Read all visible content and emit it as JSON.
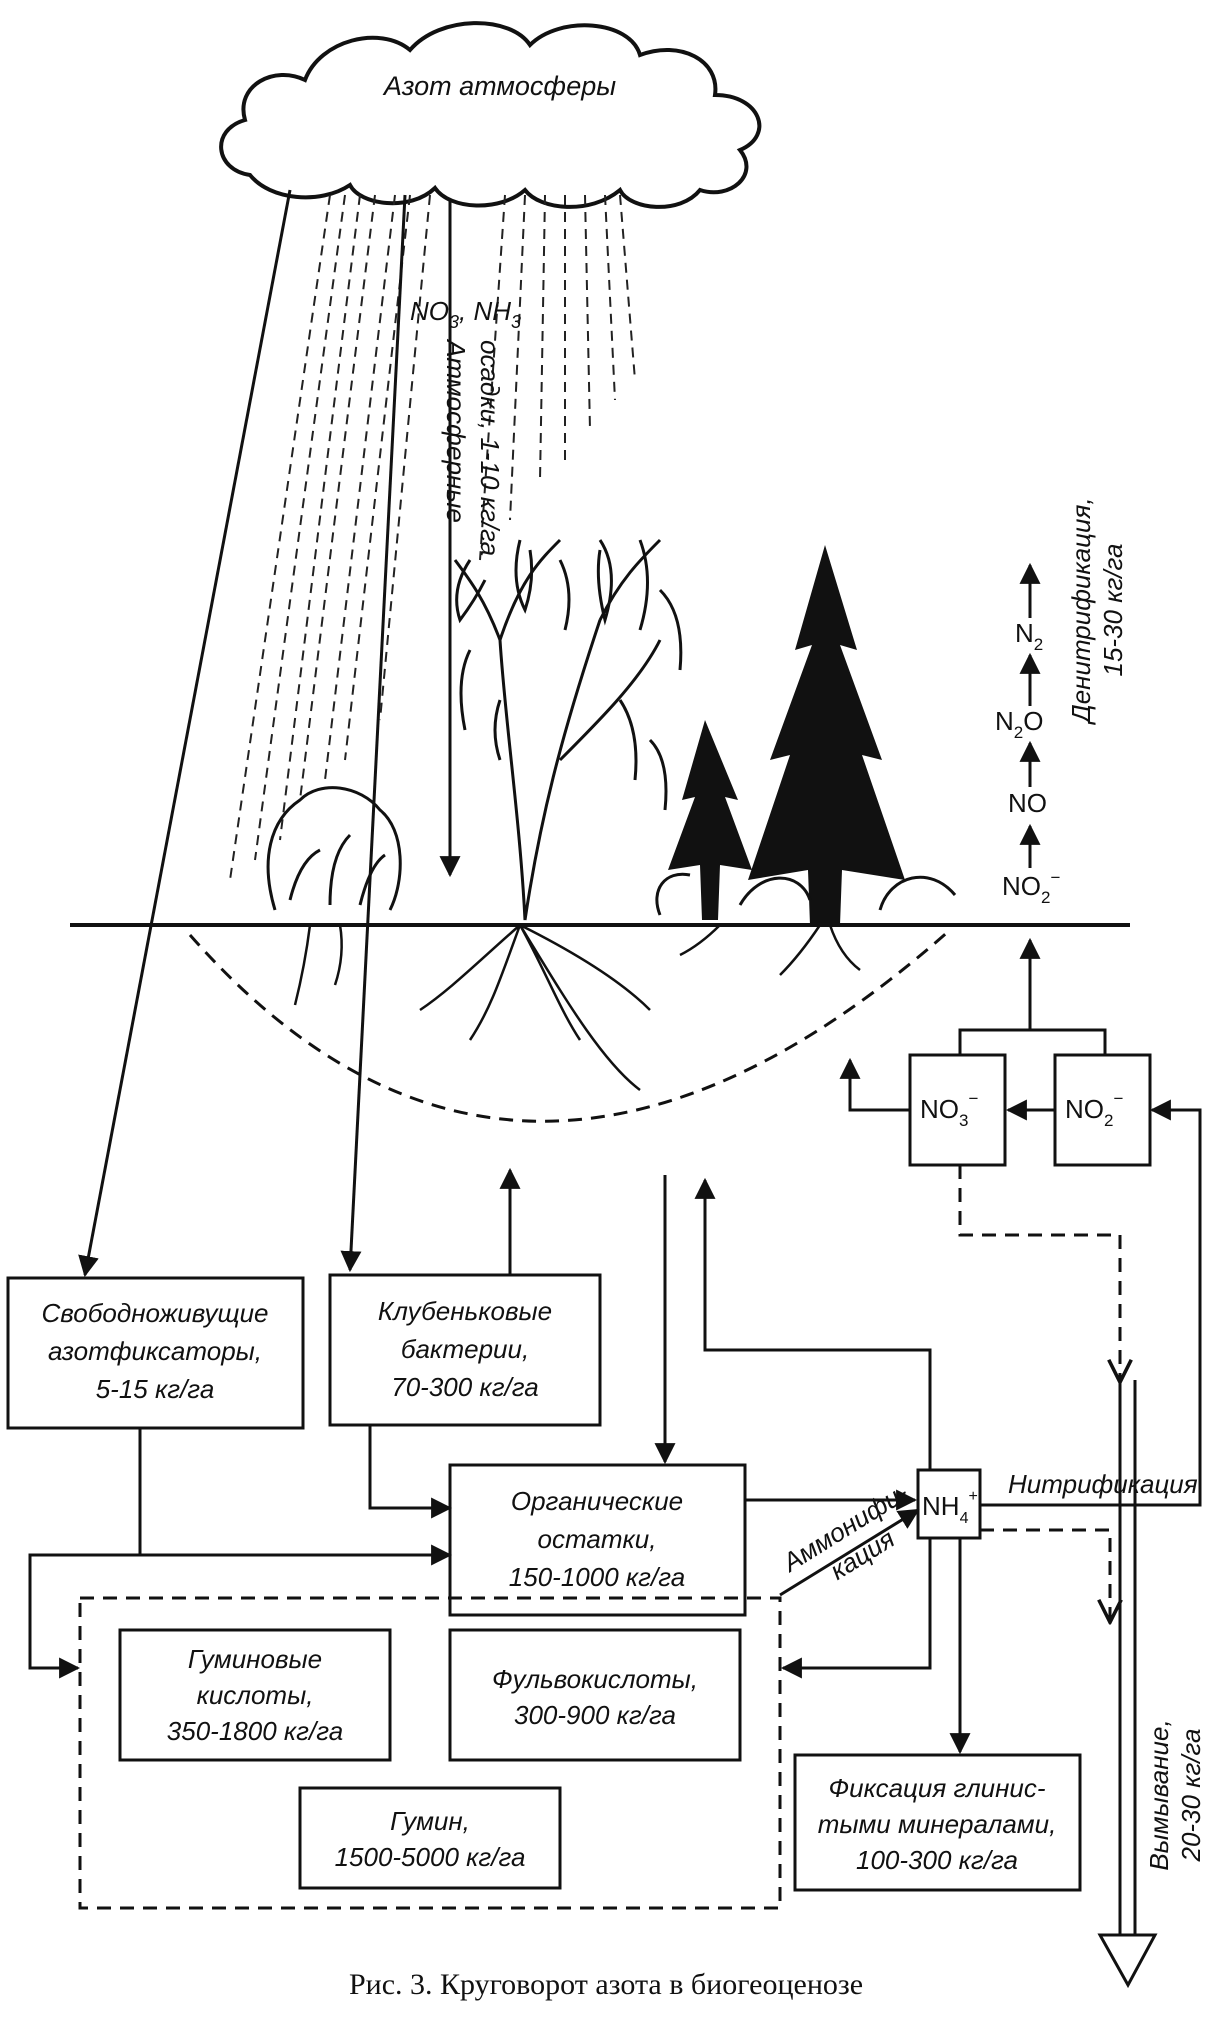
{
  "cloud_label": "Азот атмосферы",
  "precip": {
    "formula_a": "NO",
    "formula_a_sub": "3",
    "formula_sep": ", NH",
    "formula_b_sub": "3",
    "line1": "Атмосферные",
    "line2": "осадки, 1-10 кг/га"
  },
  "denitrification": {
    "line1": "Денитрификация,",
    "line2": "15-30 кг/га",
    "n2": "N",
    "n2_sub": "2",
    "n2o_a": "N",
    "n2o_sub": "2",
    "n2o_b": "O",
    "no": "NO",
    "no2": "NO",
    "no2_sub": "2",
    "no2_sup": "−"
  },
  "nitrate_box": {
    "text": "NO",
    "sub": "3",
    "sup": "−"
  },
  "nitrite_box": {
    "text": "NO",
    "sub": "2",
    "sup": "−"
  },
  "ammonium_box": {
    "text": "NH",
    "sub": "4",
    "sup": "+"
  },
  "free_fixers": {
    "line1": "Свободноживущие",
    "line2": "азотфиксаторы,",
    "line3": "5-15 кг/га"
  },
  "nodule_bacteria": {
    "line1": "Клубеньковые",
    "line2": "бактерии,",
    "line3": "70-300 кг/га"
  },
  "organic_residues": {
    "line1": "Органические",
    "line2": "остатки,",
    "line3": "150-1000 кг/га"
  },
  "nitrification_label": "Нитрификация",
  "ammonification": {
    "line1": "Аммонифи-",
    "line2": "кация"
  },
  "humic_acids": {
    "line1": "Гуминовые",
    "line2": "кислоты,",
    "line3": "350-1800 кг/га"
  },
  "fulvic_acids": {
    "line1": "Фульвокислоты,",
    "line2": "300-900 кг/га"
  },
  "humin": {
    "line1": "Гумин,",
    "line2": "1500-5000 кг/га"
  },
  "clay_fixation": {
    "line1": "Фиксация глинис-",
    "line2": "тыми минералами,",
    "line3": "100-300 кг/га"
  },
  "leaching": {
    "line1": "Вымывание,",
    "line2": "20-30 кг/га"
  },
  "caption": "Рис. 3. Круговорот азота в биогеоценозе"
}
